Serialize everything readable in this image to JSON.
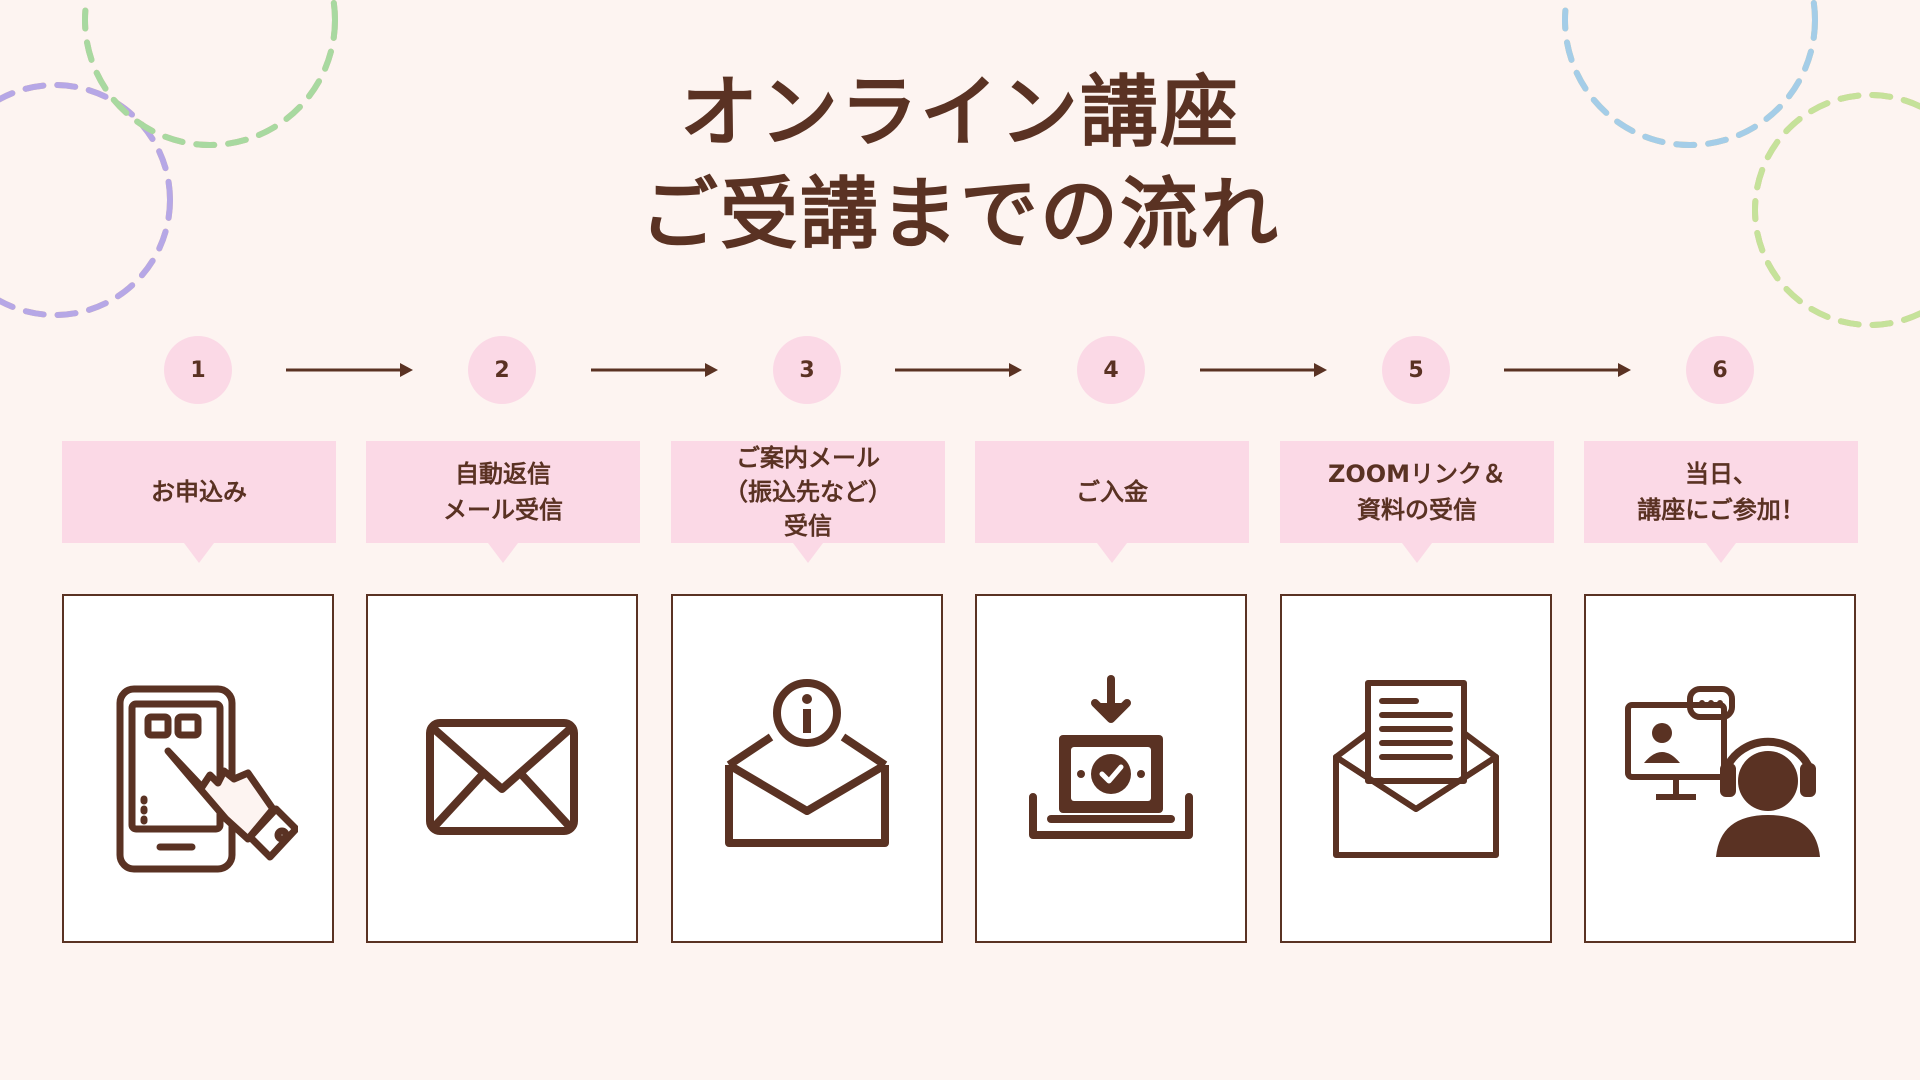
{
  "title": {
    "line1": "オンライン講座",
    "line2": "ご受講までの流れ"
  },
  "colors": {
    "background": "#fdf4f1",
    "accent_pink": "#fbd9e6",
    "brown": "#5a3223"
  },
  "steps": [
    {
      "number": "1",
      "label": "お申込み",
      "icon": "smartphone-tap-icon"
    },
    {
      "number": "2",
      "label": "自動返信\nメール受信",
      "icon": "envelope-icon"
    },
    {
      "number": "3",
      "label": "ご案内メール\n（振込先など）\n受信",
      "icon": "info-mail-icon"
    },
    {
      "number": "4",
      "label": "ご入金",
      "icon": "money-deposit-icon"
    },
    {
      "number": "5",
      "label": "ZOOMリンク＆\n資料の受信",
      "icon": "document-mail-icon"
    },
    {
      "number": "6",
      "label": "当日、\n講座にご参加！",
      "icon": "online-meeting-icon"
    }
  ]
}
